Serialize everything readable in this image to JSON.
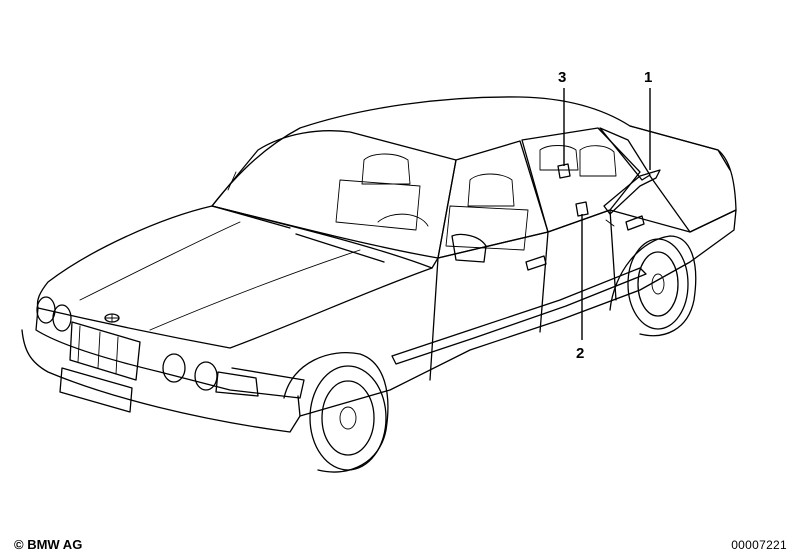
{
  "callouts": [
    {
      "id": "1",
      "label": "1"
    },
    {
      "id": "2",
      "label": "2"
    },
    {
      "id": "3",
      "label": "3"
    }
  ],
  "footer": {
    "copyright": "© BMW AG",
    "document_number": "00007221"
  },
  "icons": {
    "hood_emblem": "bmw-roundel-icon"
  }
}
